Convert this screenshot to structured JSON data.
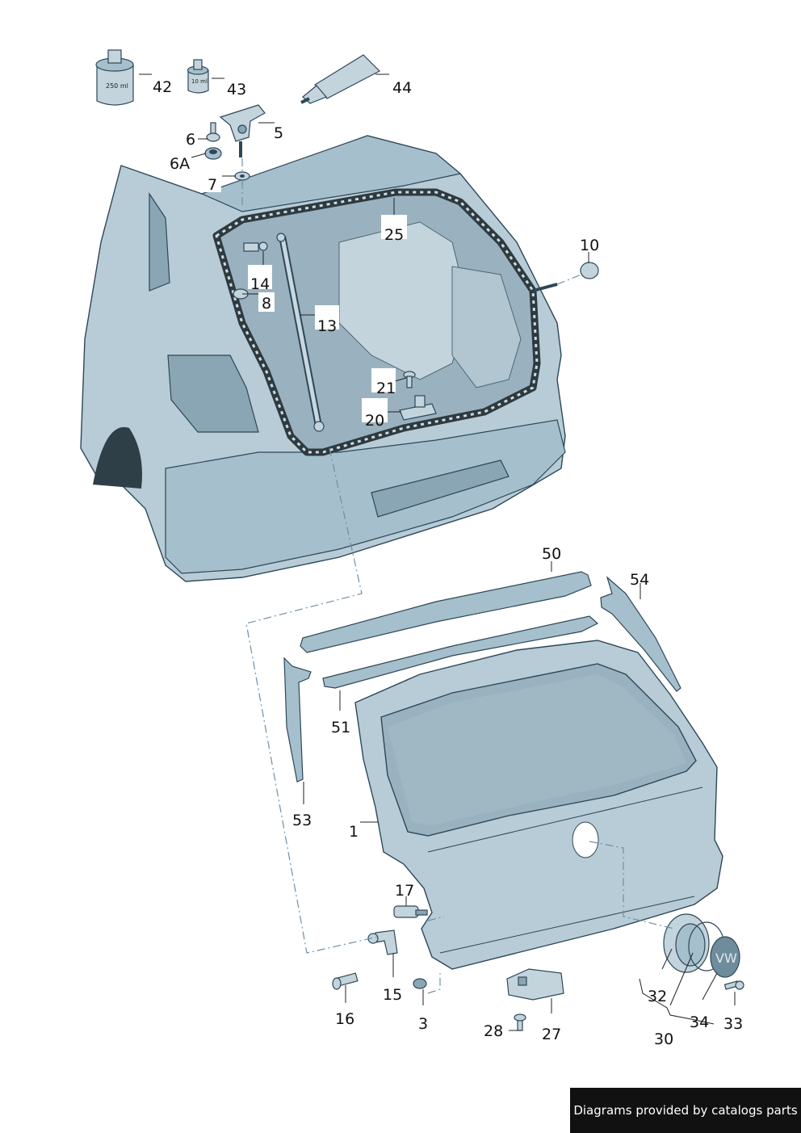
{
  "diagram": {
    "labels": {
      "p42": "42",
      "p43": "43",
      "p44": "44",
      "p5": "5",
      "p6": "6",
      "p6a": "6A",
      "p7": "7",
      "p25": "25",
      "p10": "10",
      "p14": "14",
      "p8": "8",
      "p13": "13",
      "p21": "21",
      "p20": "20",
      "p50": "50",
      "p54": "54",
      "p51": "51",
      "p53": "53",
      "p1": "1",
      "p17": "17",
      "p15": "15",
      "p16": "16",
      "p3": "3",
      "p28": "28",
      "p27": "27",
      "p32": "32",
      "p34": "34",
      "p33": "33",
      "p30": "30"
    },
    "can_250_label": "250 ml",
    "can_10_label": "10 ml",
    "logo_text": "VW"
  },
  "footer": {
    "credit": "Diagrams provided by catalogs parts"
  }
}
